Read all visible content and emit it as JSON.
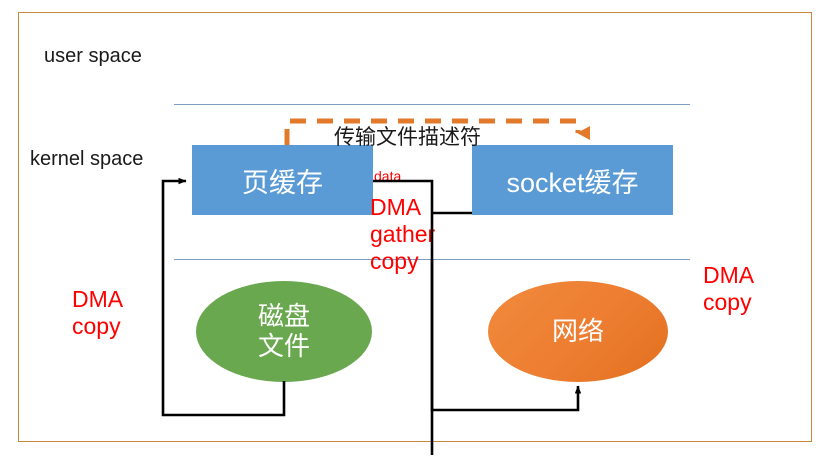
{
  "diagram": {
    "title_frame_color": "#C8873C",
    "spaces": {
      "user_space_label": "user space",
      "kernel_space_label": "kernel space"
    },
    "boxes": [
      {
        "id": "page-cache",
        "label": "页缓存",
        "color": "#5B9BD5"
      },
      {
        "id": "socket-buffer",
        "label": "socket缓存",
        "color": "#5B9BD5"
      }
    ],
    "ellipses": [
      {
        "id": "disk-file",
        "line1": "磁盘",
        "line2": "文件",
        "color": "#6AA84F"
      },
      {
        "id": "network",
        "line1": "网络",
        "line2": "",
        "color": "#ED7D31"
      }
    ],
    "annotations": {
      "transfer_descriptor": "传输文件描述符",
      "data": "data",
      "dma_gather_copy": "DMA\ngather\ncopy",
      "dma_copy_left": "DMA\ncopy",
      "dma_copy_right": "DMA\ncopy",
      "annotation_color": "#FF0000",
      "dashed_arrow_color": "#E3792B"
    },
    "dividers": {
      "color": "#7E9CC0",
      "count": 2
    }
  }
}
